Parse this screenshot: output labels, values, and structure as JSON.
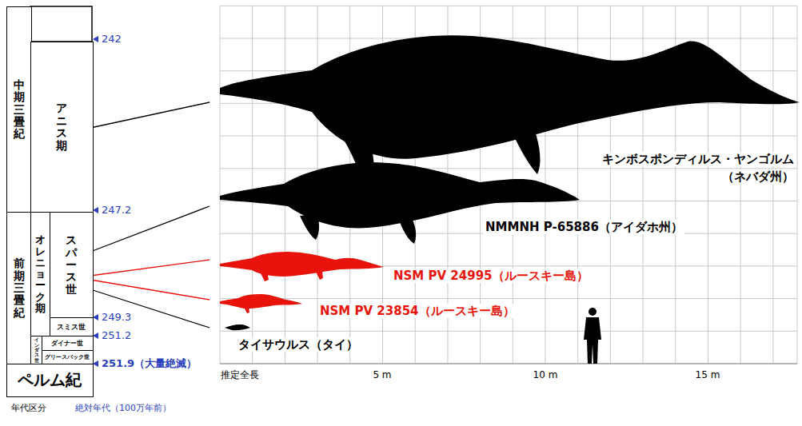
{
  "diagram": {
    "nodes": [
      {
        "text": [
          "中期三畳紀"
        ]
      },
      {
        "text": [
          "アニス期"
        ]
      },
      {
        "text": [
          "前期三畳紀"
        ]
      },
      {
        "text": [
          "オレニョーク期"
        ]
      },
      {
        "text": [
          "スパース世"
        ]
      },
      {
        "text": [
          "スミス世"
        ]
      },
      {
        "text": [
          "インダス世"
        ]
      },
      {
        "text": [
          "ダイナー世"
        ]
      },
      {
        "text": [
          "グリースバック世"
        ]
      },
      {
        "text": [
          "ペルム紀"
        ]
      }
    ],
    "labels": [
      "242",
      "247.2",
      "249.3",
      "251.2",
      "251.9（大量絶滅）",
      "キンボスポンディルス・ヤンゴルム",
      "（ネバダ州）",
      "NMMNH P-65886（アイダホ州）",
      "NSM PV 24995（ルースキー島）",
      "NSM PV 23854（ルースキー島）",
      "タイサウルス（タイ）",
      "推定全長",
      "5 m",
      "10 m",
      "15 m",
      "年代区分",
      "絶対年代（100万年前）"
    ]
  }
}
